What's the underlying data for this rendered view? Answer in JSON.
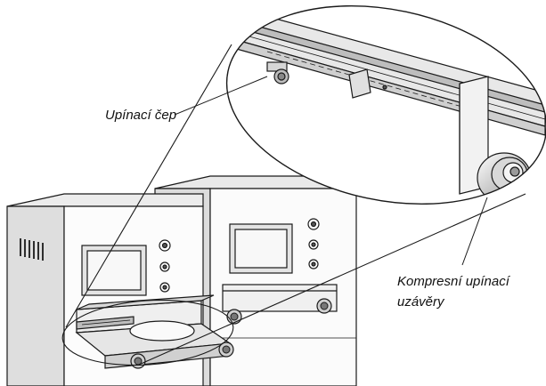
{
  "labels": {
    "mounting_pin": "Upínací čep",
    "compression_latches_line1": "Kompresní upínací",
    "compression_latches_line2": "uzávěry"
  },
  "colors": {
    "line": "#1a1a1a",
    "fill_light": "#f4f4f4",
    "fill_mid": "#d6d6d6",
    "fill_dark": "#9a9a9a",
    "background": "#ffffff"
  }
}
